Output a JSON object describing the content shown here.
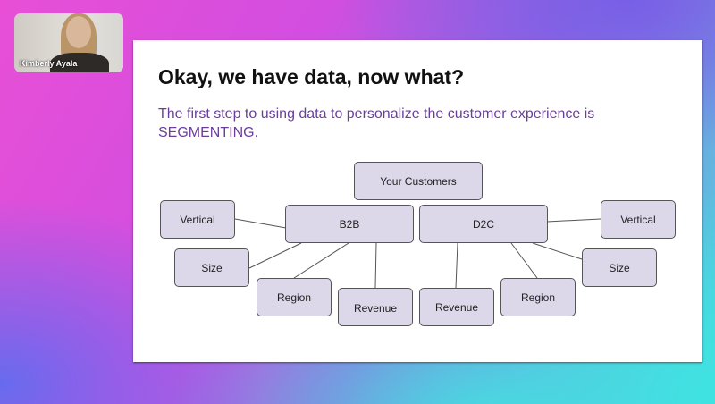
{
  "video": {
    "participant_name": "Kimberly Ayala"
  },
  "slide": {
    "title": "Okay, we have data, now what?",
    "subtitle": "The first step to using data to personalize the customer experience is SEGMENTING.",
    "diagram": {
      "root": "Your Customers",
      "b2b": {
        "label": "B2B",
        "children": [
          "Vertical",
          "Size",
          "Region",
          "Revenue"
        ]
      },
      "d2c": {
        "label": "D2C",
        "children": [
          "Revenue",
          "Region",
          "Size",
          "Vertical"
        ]
      }
    }
  }
}
